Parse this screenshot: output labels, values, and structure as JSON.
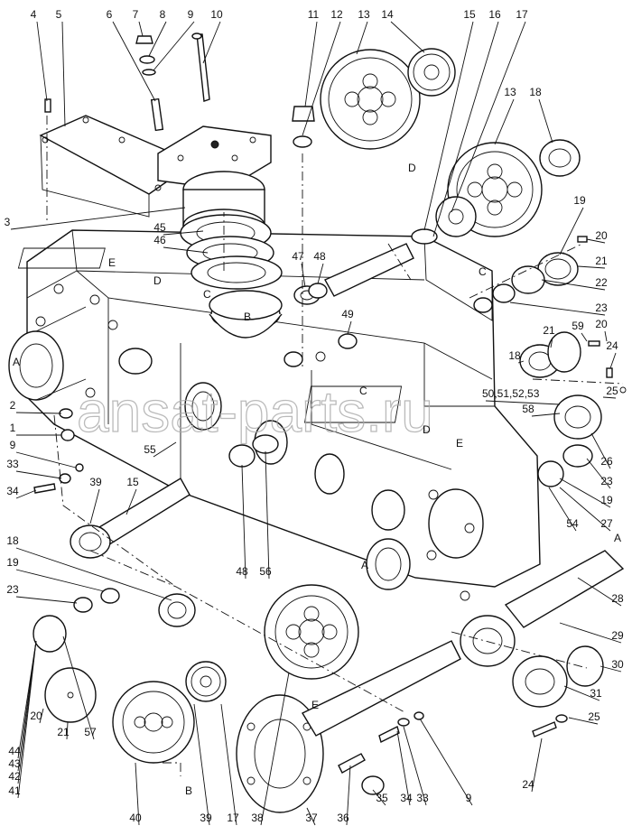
{
  "watermark": "ansat-parts.ru",
  "callouts": [
    {
      "id": "c4",
      "text": "4"
    },
    {
      "id": "c5",
      "text": "5"
    },
    {
      "id": "c6",
      "text": "6"
    },
    {
      "id": "c7",
      "text": "7"
    },
    {
      "id": "c8",
      "text": "8"
    },
    {
      "id": "c9a",
      "text": "9"
    },
    {
      "id": "c10",
      "text": "10"
    },
    {
      "id": "c11",
      "text": "11"
    },
    {
      "id": "c12",
      "text": "12"
    },
    {
      "id": "c13a",
      "text": "13"
    },
    {
      "id": "c14",
      "text": "14"
    },
    {
      "id": "c15a",
      "text": "15"
    },
    {
      "id": "c16",
      "text": "16"
    },
    {
      "id": "c17a",
      "text": "17"
    },
    {
      "id": "c13b",
      "text": "13"
    },
    {
      "id": "c18a",
      "text": "18"
    },
    {
      "id": "c19a",
      "text": "19"
    },
    {
      "id": "c20a",
      "text": "20"
    },
    {
      "id": "c21a",
      "text": "21"
    },
    {
      "id": "c22",
      "text": "22"
    },
    {
      "id": "c23a",
      "text": "23"
    },
    {
      "id": "c3",
      "text": "3"
    },
    {
      "id": "c45",
      "text": "45"
    },
    {
      "id": "c46",
      "text": "46"
    },
    {
      "id": "c47",
      "text": "47"
    },
    {
      "id": "c48a",
      "text": "48"
    },
    {
      "id": "c49",
      "text": "49"
    },
    {
      "id": "c59",
      "text": "59"
    },
    {
      "id": "c20b",
      "text": "20"
    },
    {
      "id": "c21b",
      "text": "21"
    },
    {
      "id": "c24a",
      "text": "24"
    },
    {
      "id": "c18b",
      "text": "18"
    },
    {
      "id": "c50",
      "text": "50,51,52,53"
    },
    {
      "id": "c58",
      "text": "58"
    },
    {
      "id": "c25a",
      "text": "25"
    },
    {
      "id": "c26",
      "text": "26"
    },
    {
      "id": "c23b",
      "text": "23"
    },
    {
      "id": "c19b",
      "text": "19"
    },
    {
      "id": "c27",
      "text": "27"
    },
    {
      "id": "c54",
      "text": "54"
    },
    {
      "id": "c2",
      "text": "2"
    },
    {
      "id": "c1",
      "text": "1"
    },
    {
      "id": "c9b",
      "text": "9"
    },
    {
      "id": "c33a",
      "text": "33"
    },
    {
      "id": "c34a",
      "text": "34"
    },
    {
      "id": "c55",
      "text": "55"
    },
    {
      "id": "c39a",
      "text": "39"
    },
    {
      "id": "c15b",
      "text": "15"
    },
    {
      "id": "c48b",
      "text": "48"
    },
    {
      "id": "c56",
      "text": "56"
    },
    {
      "id": "c18c",
      "text": "18"
    },
    {
      "id": "c19c",
      "text": "19"
    },
    {
      "id": "c23c",
      "text": "23"
    },
    {
      "id": "c28",
      "text": "28"
    },
    {
      "id": "c29",
      "text": "29"
    },
    {
      "id": "c30",
      "text": "30"
    },
    {
      "id": "c31",
      "text": "31"
    },
    {
      "id": "c25b",
      "text": "25"
    },
    {
      "id": "c24b",
      "text": "24"
    },
    {
      "id": "c44",
      "text": "44"
    },
    {
      "id": "c43",
      "text": "43"
    },
    {
      "id": "c42",
      "text": "42"
    },
    {
      "id": "c41",
      "text": "41"
    },
    {
      "id": "c20c",
      "text": "20"
    },
    {
      "id": "c21c",
      "text": "21"
    },
    {
      "id": "c57",
      "text": "57"
    },
    {
      "id": "c40",
      "text": "40"
    },
    {
      "id": "c39b",
      "text": "39"
    },
    {
      "id": "c17b",
      "text": "17"
    },
    {
      "id": "c38",
      "text": "38"
    },
    {
      "id": "c37",
      "text": "37"
    },
    {
      "id": "c36",
      "text": "36"
    },
    {
      "id": "c35",
      "text": "35"
    },
    {
      "id": "c34b",
      "text": "34"
    },
    {
      "id": "c33b",
      "text": "33"
    },
    {
      "id": "c9c",
      "text": "9"
    }
  ],
  "markers": [
    {
      "id": "mD1",
      "text": "D"
    },
    {
      "id": "mC1",
      "text": "C"
    },
    {
      "id": "mE1",
      "text": "E"
    },
    {
      "id": "mD2",
      "text": "D"
    },
    {
      "id": "mC2",
      "text": "C"
    },
    {
      "id": "mB1",
      "text": "B"
    },
    {
      "id": "mA1",
      "text": "A"
    },
    {
      "id": "mC3",
      "text": "C"
    },
    {
      "id": "mD3",
      "text": "D"
    },
    {
      "id": "mE2",
      "text": "E"
    },
    {
      "id": "mA2",
      "text": "A"
    },
    {
      "id": "mA3",
      "text": "A"
    },
    {
      "id": "mE3",
      "text": "E"
    },
    {
      "id": "mB2",
      "text": "B"
    }
  ]
}
